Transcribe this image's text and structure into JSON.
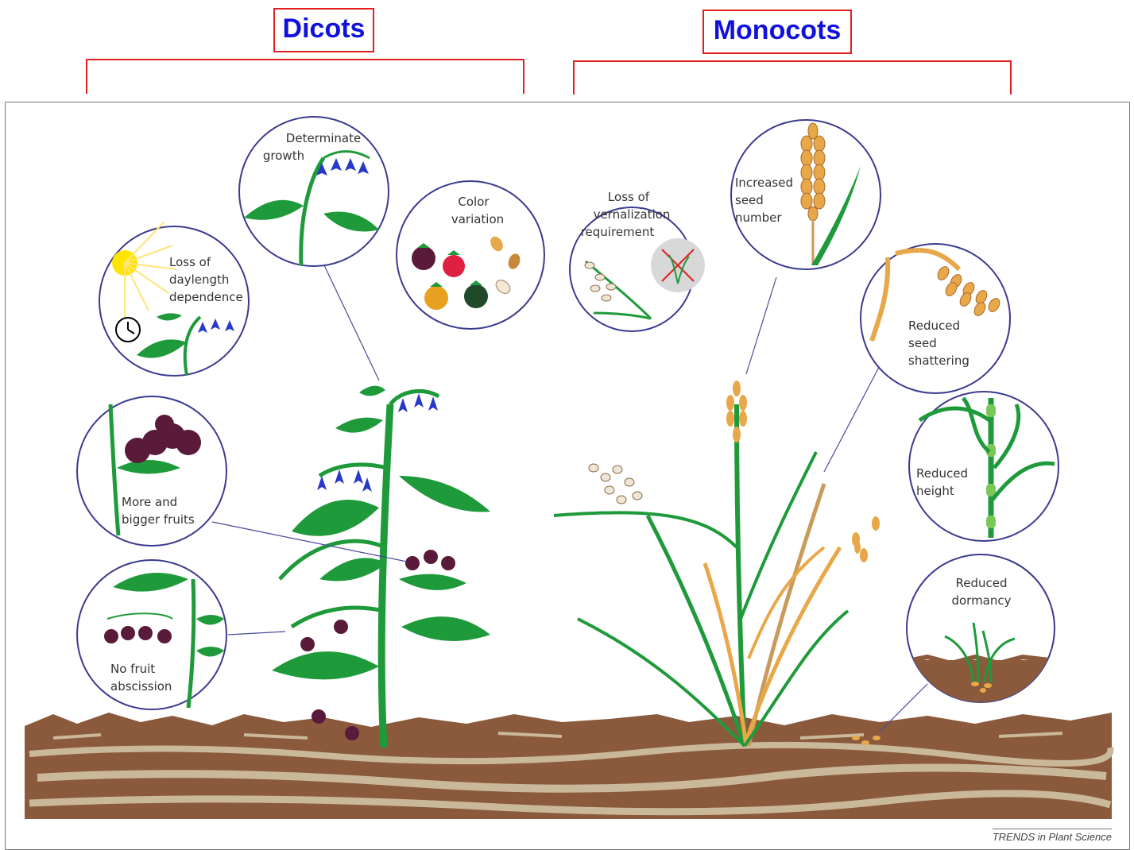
{
  "groups": {
    "dicots": "Dicots",
    "monocots": "Monocots"
  },
  "dicot_traits": {
    "determinate_growth": [
      "Determinate",
      "growth"
    ],
    "color_variation": [
      "Color",
      "variation"
    ],
    "daylength": [
      "Loss of",
      "daylength",
      "dependence"
    ],
    "fruits": [
      "More and",
      "bigger fruits"
    ],
    "abscission": [
      "No fruit",
      "abscission"
    ]
  },
  "monocot_traits": {
    "vernalization": [
      "Loss of",
      "vernalization",
      "requirement"
    ],
    "seed_number": [
      "Increased",
      "seed",
      "number"
    ],
    "shattering": [
      "Reduced",
      "seed",
      "shattering"
    ],
    "height": [
      "Reduced",
      "height"
    ],
    "dormancy": [
      "Reduced",
      "dormancy"
    ]
  },
  "credit": "TRENDS in Plant Science",
  "colors": {
    "bracket": "#e0201e",
    "group_text": "#1111dd",
    "circle_outline": "#3b3b8f",
    "leaf_green": "#1f9a3a",
    "soil": "#8b5a3c",
    "soil_light": "#c9b89a",
    "grain": "#e8a84a",
    "flower": "#2838c8",
    "fruit": "#5a1a3a"
  }
}
